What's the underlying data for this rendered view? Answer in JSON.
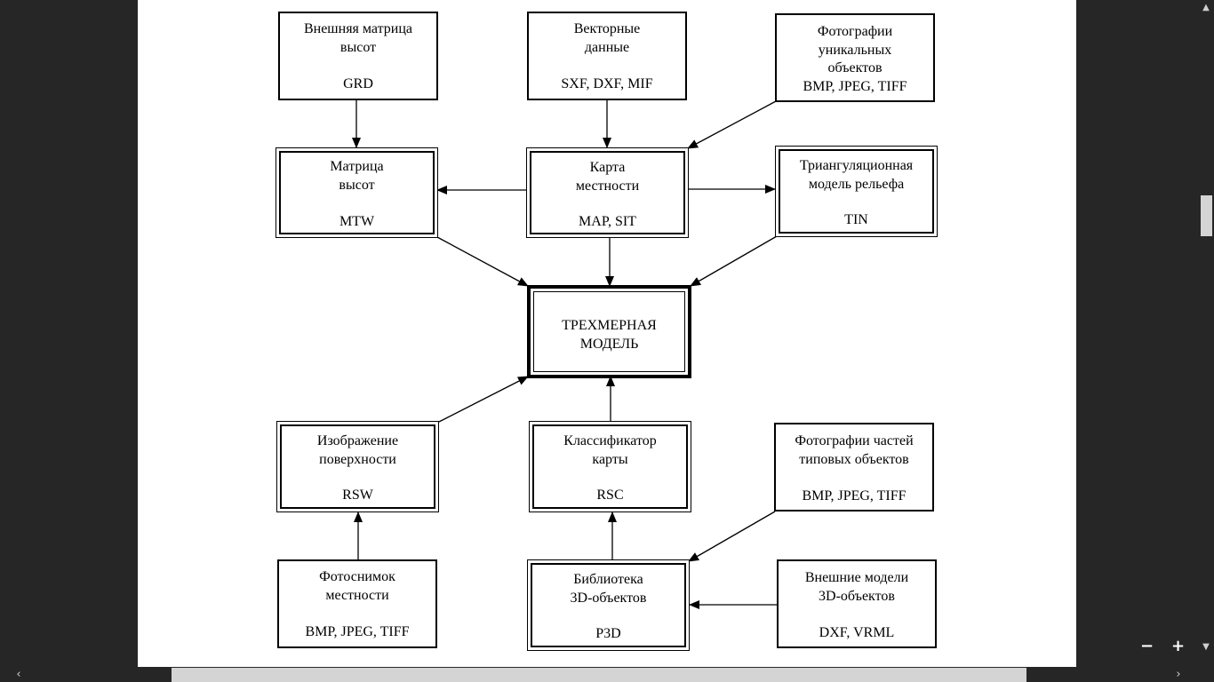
{
  "diagram": {
    "nodes": {
      "grd": {
        "label": "Внешняя матрица\nвысот",
        "format": "GRD"
      },
      "vector": {
        "label": "Векторные\nданные",
        "format": "SXF, DXF, MIF"
      },
      "photos_unique": {
        "label": "Фотографии\nуникальных\nобъектов",
        "format": "BMP, JPEG, TIFF"
      },
      "mtw": {
        "label": "Матрица\nвысот",
        "format": "MTW"
      },
      "map": {
        "label": "Карта\nместности",
        "format": "MAP, SIT"
      },
      "tin": {
        "label": "Триангуляционная\nмодель рельефа",
        "format": "TIN"
      },
      "model3d": {
        "label": "ТРЕХМЕРНАЯ\nМОДЕЛЬ",
        "format": ""
      },
      "rsw": {
        "label": "Изображение\nповерхности",
        "format": "RSW"
      },
      "rsc": {
        "label": "Классификатор\nкарты",
        "format": "RSC"
      },
      "photos_parts": {
        "label": "Фотографии частей\nтиповых объектов",
        "format": "BMP, JPEG, TIFF"
      },
      "photo_terrain": {
        "label": "Фотоснимок\nместности",
        "format": "BMP, JPEG, TIFF"
      },
      "p3d": {
        "label": "Библиотека\n3D-объектов",
        "format": "P3D"
      },
      "ext_models": {
        "label": "Внешние модели\n3D-объектов",
        "format": "DXF, VRML"
      }
    }
  },
  "controls": {
    "zoom_out": "−",
    "zoom_in": "+",
    "scroll_up_icon": "chevron-up-icon",
    "scroll_down_icon": "chevron-down-icon",
    "scroll_left_icon": "chevron-left-icon",
    "scroll_right_icon": "chevron-right-icon"
  }
}
